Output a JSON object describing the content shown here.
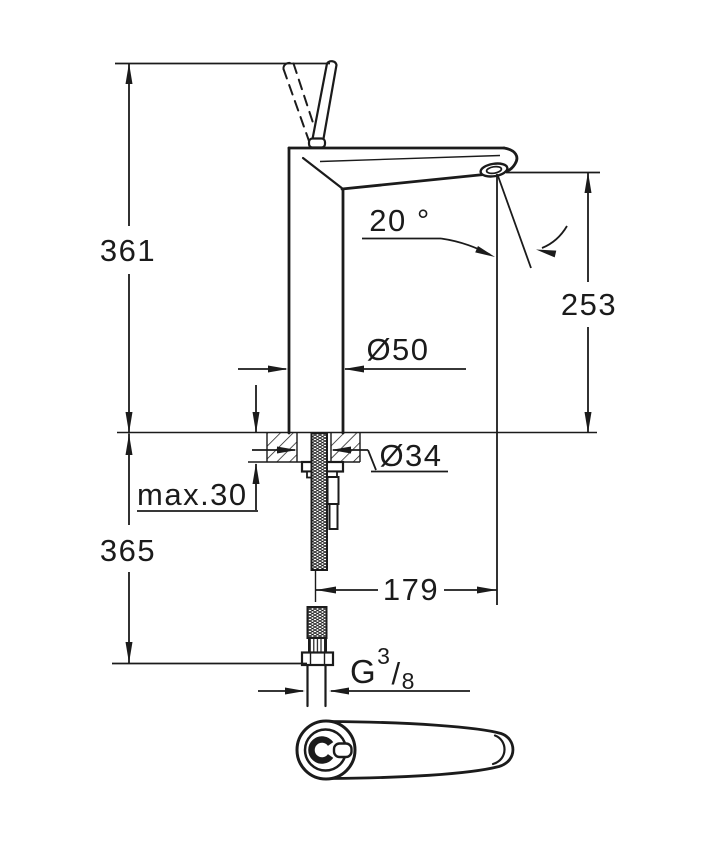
{
  "drawing": {
    "type": "faucet-installation-dimension-drawing",
    "labels": {
      "total_height": "361",
      "spout_height": "253",
      "spray_angle": "20 °",
      "body_diameter": "Ø50",
      "hole_diameter": "Ø34",
      "max_deck_thickness": "max.30",
      "below_deck_length": "365",
      "spout_reach": "179",
      "thread_g": "G",
      "thread_numerator": "3",
      "thread_slash": "/",
      "thread_denominator": "8"
    },
    "colors": {
      "line": "#1b1b1b",
      "background": "#ffffff"
    }
  }
}
